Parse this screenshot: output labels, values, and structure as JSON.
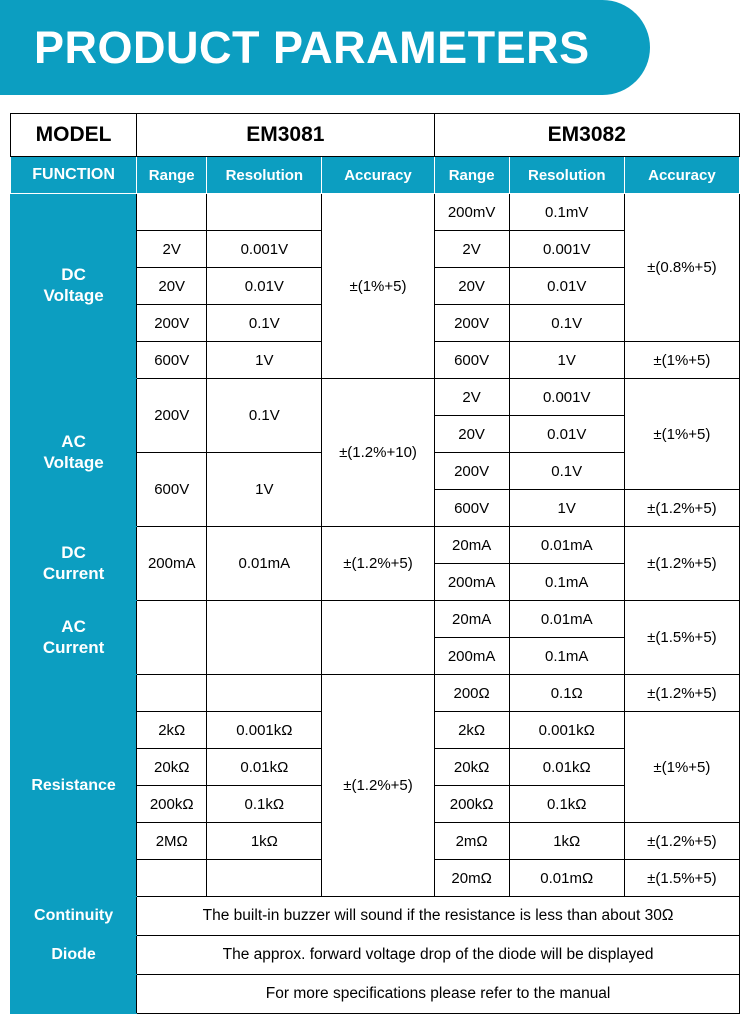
{
  "banner": {
    "title": "PRODUCT PARAMETERS"
  },
  "table": {
    "model_label": "MODEL",
    "models": [
      "EM3081",
      "EM3082"
    ],
    "function_label": "FUNCTION",
    "col_headers": [
      "Range",
      "Resolution",
      "Accuracy",
      "Range",
      "Resolution",
      "Accuracy"
    ],
    "sections": [
      {
        "name": "DC Voltage",
        "name_line1": "DC",
        "name_line2": "Voltage",
        "em3081": {
          "rows": [
            {
              "range": "",
              "resolution": ""
            },
            {
              "range": "2V",
              "resolution": "0.001V"
            },
            {
              "range": "20V",
              "resolution": "0.01V"
            },
            {
              "range": "200V",
              "resolution": "0.1V"
            },
            {
              "range": "600V",
              "resolution": "1V"
            }
          ],
          "accuracy": [
            {
              "value": "±(1%+5)",
              "span": 5
            }
          ]
        },
        "em3082": {
          "rows": [
            {
              "range": "200mV",
              "resolution": "0.1mV"
            },
            {
              "range": "2V",
              "resolution": "0.001V"
            },
            {
              "range": "20V",
              "resolution": "0.01V"
            },
            {
              "range": "200V",
              "resolution": "0.1V"
            },
            {
              "range": "600V",
              "resolution": "1V"
            }
          ],
          "accuracy": [
            {
              "value": "±(0.8%+5)",
              "span": 4
            },
            {
              "value": "±(1%+5)",
              "span": 1
            }
          ]
        }
      },
      {
        "name": "AC Voltage",
        "name_line1": "AC",
        "name_line2": "Voltage",
        "em3081": {
          "rows": [
            {
              "range": "200V",
              "resolution": "0.1V",
              "span": 2
            },
            {
              "range": "600V",
              "resolution": "1V",
              "span": 2
            }
          ],
          "accuracy": [
            {
              "value": "±(1.2%+10)",
              "span": 4
            }
          ]
        },
        "em3082": {
          "rows": [
            {
              "range": "2V",
              "resolution": "0.001V"
            },
            {
              "range": "20V",
              "resolution": "0.01V"
            },
            {
              "range": "200V",
              "resolution": "0.1V"
            },
            {
              "range": "600V",
              "resolution": "1V"
            }
          ],
          "accuracy": [
            {
              "value": "±(1%+5)",
              "span": 3
            },
            {
              "value": "±(1.2%+5)",
              "span": 1
            }
          ]
        }
      },
      {
        "name": "DC Current",
        "name_line1": "DC",
        "name_line2": "Current",
        "em3081": {
          "rows": [
            {
              "range": "200mA",
              "resolution": "0.01mA",
              "span": 2
            }
          ],
          "accuracy": [
            {
              "value": "±(1.2%+5)",
              "span": 2
            }
          ]
        },
        "em3082": {
          "rows": [
            {
              "range": "20mA",
              "resolution": "0.01mA"
            },
            {
              "range": "200mA",
              "resolution": "0.1mA"
            }
          ],
          "accuracy": [
            {
              "value": "±(1.2%+5)",
              "span": 2
            }
          ]
        }
      },
      {
        "name": "AC Current",
        "name_line1": "AC",
        "name_line2": "Current",
        "em3081": {
          "rows": [
            {
              "range": "",
              "resolution": "",
              "span": 2
            }
          ],
          "accuracy": [
            {
              "value": "",
              "span": 2
            }
          ]
        },
        "em3082": {
          "rows": [
            {
              "range": "20mA",
              "resolution": "0.01mA"
            },
            {
              "range": "200mA",
              "resolution": "0.1mA"
            }
          ],
          "accuracy": [
            {
              "value": "±(1.5%+5)",
              "span": 2
            }
          ]
        }
      },
      {
        "name": "Resistance",
        "name_line1": "Resistance",
        "name_line2": "",
        "em3081": {
          "rows": [
            {
              "range": "",
              "resolution": ""
            },
            {
              "range": "2kΩ",
              "resolution": "0.001kΩ"
            },
            {
              "range": "20kΩ",
              "resolution": "0.01kΩ"
            },
            {
              "range": "200kΩ",
              "resolution": "0.1kΩ"
            },
            {
              "range": "2MΩ",
              "resolution": "1kΩ"
            },
            {
              "range": "",
              "resolution": ""
            }
          ],
          "accuracy": [
            {
              "value": "±(1.2%+5)",
              "span": 6
            }
          ]
        },
        "em3082": {
          "rows": [
            {
              "range": "200Ω",
              "resolution": "0.1Ω"
            },
            {
              "range": "2kΩ",
              "resolution": "0.001kΩ"
            },
            {
              "range": "20kΩ",
              "resolution": "0.01kΩ"
            },
            {
              "range": "200kΩ",
              "resolution": "0.1kΩ"
            },
            {
              "range": "2mΩ",
              "resolution": "1kΩ"
            },
            {
              "range": "20mΩ",
              "resolution": "0.01mΩ"
            }
          ],
          "accuracy": [
            {
              "value": "±(1.2%+5)",
              "span": 1
            },
            {
              "value": "±(1%+5)",
              "span": 3
            },
            {
              "value": "±(1.2%+5)",
              "span": 1
            },
            {
              "value": "±(1.5%+5)",
              "span": 1
            }
          ]
        }
      }
    ],
    "notes": [
      {
        "label": "Continuity",
        "text": "The built-in buzzer will sound if the resistance is less than about 30Ω"
      },
      {
        "label": "Diode",
        "text": "The approx. forward voltage drop of the diode will be displayed"
      },
      {
        "label": "",
        "text": "For more specifications please refer to the manual"
      }
    ]
  },
  "colors": {
    "accent": "#0c9ec1",
    "text": "#000000",
    "on_accent": "#ffffff"
  }
}
